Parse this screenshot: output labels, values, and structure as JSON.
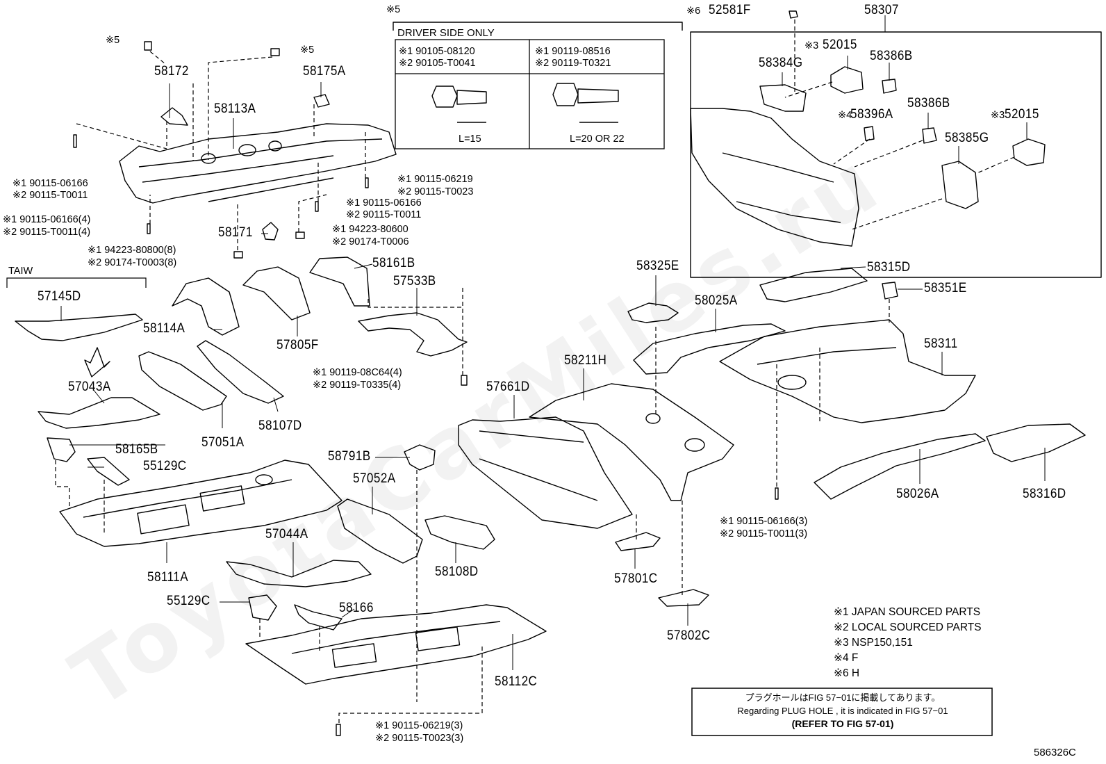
{
  "watermark": "ToyotaCarMiles.ru",
  "diagram_id": "586326C",
  "taiw_label": "TAIW",
  "driver_side": {
    "mark": "※5",
    "title": "DRIVER SIDE ONLY",
    "left": {
      "line1": "※1 90105-08120",
      "line2": "※2 90105-T0041",
      "length": "L=15"
    },
    "right": {
      "line1": "※1 90119-08516",
      "line2": "※2 90119-T0321",
      "length": "L=20 OR 22"
    }
  },
  "parts": {
    "p58172": "58172",
    "p58113A": "58113A",
    "p58175A": "58175A",
    "p58171": "58171",
    "p58161B": "58161B",
    "p57533B": "57533B",
    "p57145D": "57145D",
    "p58114A": "58114A",
    "p57805F": "57805F",
    "p57043A": "57043A",
    "p57051A": "57051A",
    "p58107D": "58107D",
    "p58165B": "58165B",
    "p55129C_a": "55129C",
    "p58111A": "58111A",
    "p58791B": "58791B",
    "p57052A": "57052A",
    "p57044A": "57044A",
    "p58108D": "58108D",
    "p55129C_b": "55129C",
    "p58166": "58166",
    "p58112C": "58112C",
    "p57661D": "57661D",
    "p58211H": "58211H",
    "p57801C": "57801C",
    "p57802C": "57802C",
    "p58325E": "58325E",
    "p58025A": "58025A",
    "p58315D": "58315D",
    "p58351E": "58351E",
    "p58311": "58311",
    "p58026A": "58026A",
    "p58316D": "58316D",
    "p52581F": "52581F",
    "p58307": "58307",
    "p52015_a": "52015",
    "p58386B_a": "58386B",
    "p58384G": "58384G",
    "p58396A": "58396A",
    "p58386B_b": "58386B",
    "p52015_b": "52015",
    "p58385G": "58385G"
  },
  "marks": {
    "m5a": "※5",
    "m5b": "※5",
    "m6": "※6",
    "m3a": "※3",
    "m4": "※4",
    "m3b": "※3"
  },
  "fasteners": {
    "f1a": "※1 90115-06166",
    "f1b": "※2 90115-T0011",
    "f2a": "※1 90115-06166(4)",
    "f2b": "※2 90115-T0011(4)",
    "f3a": "※1 94223-80800(8)",
    "f3b": "※2 90174-T0003(8)",
    "f4a": "※1 90115-06219",
    "f4b": "※2 90115-T0023",
    "f5a": "※1 90115-06166",
    "f5b": "※2 90115-T0011",
    "f6a": "※1 94223-80600",
    "f6b": "※2 90174-T0006",
    "f7a": "※1 90119-08C64(4)",
    "f7b": "※2 90119-T0335(4)",
    "f8a": "※1 90115-06166(3)",
    "f8b": "※2 90115-T0011(3)",
    "f9a": "※1 90115-06219(3)",
    "f9b": "※2 90115-T0023(3)"
  },
  "legend": [
    "※1 JAPAN SOURCED PARTS",
    "※2 LOCAL SOURCED PARTS",
    "※3 NSP150,151",
    "※4 F",
    "※6 H"
  ],
  "note": {
    "jp": "プラグホールはFIG 57−01に掲載してあります。",
    "en": "Regarding  PLUG  HOLE , it is indicated in FIG  57−01",
    "ref": "(REFER TO FIG 57-01)"
  }
}
